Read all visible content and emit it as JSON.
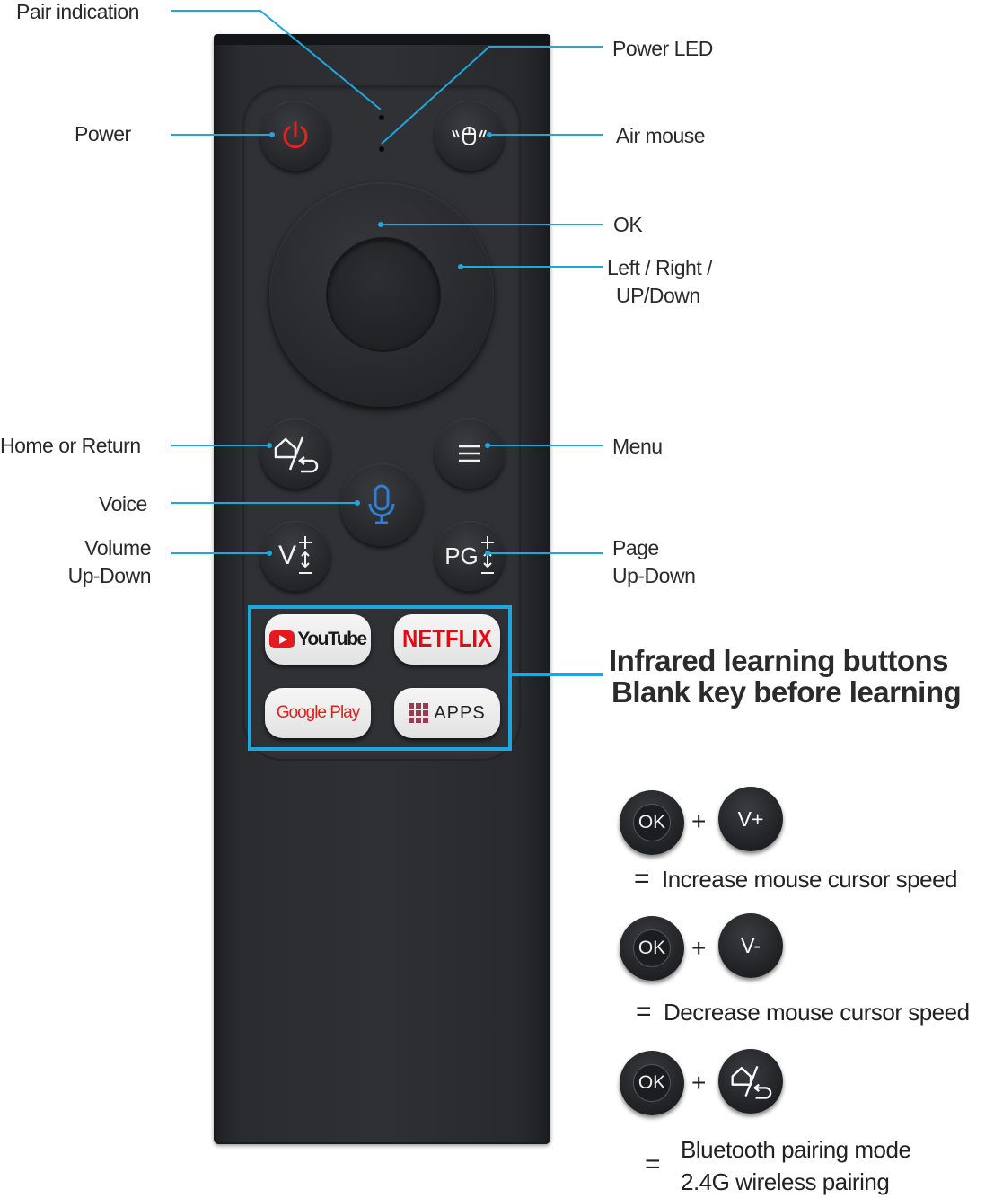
{
  "labels": {
    "pair_indication": "Pair indication",
    "power": "Power",
    "power_led": "Power LED",
    "air_mouse": "Air mouse",
    "ok": "OK",
    "direction_line1": "Left / Right /",
    "direction_line2": "UP/Down",
    "home_return": "Home or Return",
    "menu": "Menu",
    "voice": "Voice",
    "volume_line1": "Volume",
    "volume_line2": "Up-Down",
    "page_line1": "Page",
    "page_line2": "Up-Down"
  },
  "infrared": {
    "title_line1": "Infrared learning buttons",
    "title_line2": "Blank key before learning"
  },
  "remote_buttons": {
    "youtube": "YouTube",
    "netflix": "NETFLIX",
    "google_play": "Google Play",
    "apps": "APPS",
    "volume": "V",
    "page": "PG"
  },
  "combos": [
    {
      "first": "OK",
      "plus": "+",
      "second": "V+",
      "equals": "=",
      "result": "Increase mouse cursor speed"
    },
    {
      "first": "OK",
      "plus": "+",
      "second": "V-",
      "equals": "=",
      "result": "Decrease mouse cursor speed"
    },
    {
      "first": "OK",
      "plus": "+",
      "second": "",
      "equals": "=",
      "result_line1": "Bluetooth pairing mode",
      "result_line2": "2.4G wireless pairing"
    }
  ],
  "colors": {
    "accent": "#1ea7dd",
    "power_icon": "#e32222",
    "voice_icon": "#2f7fd8",
    "netflix": "#e50914",
    "youtube": "#e6191e"
  }
}
